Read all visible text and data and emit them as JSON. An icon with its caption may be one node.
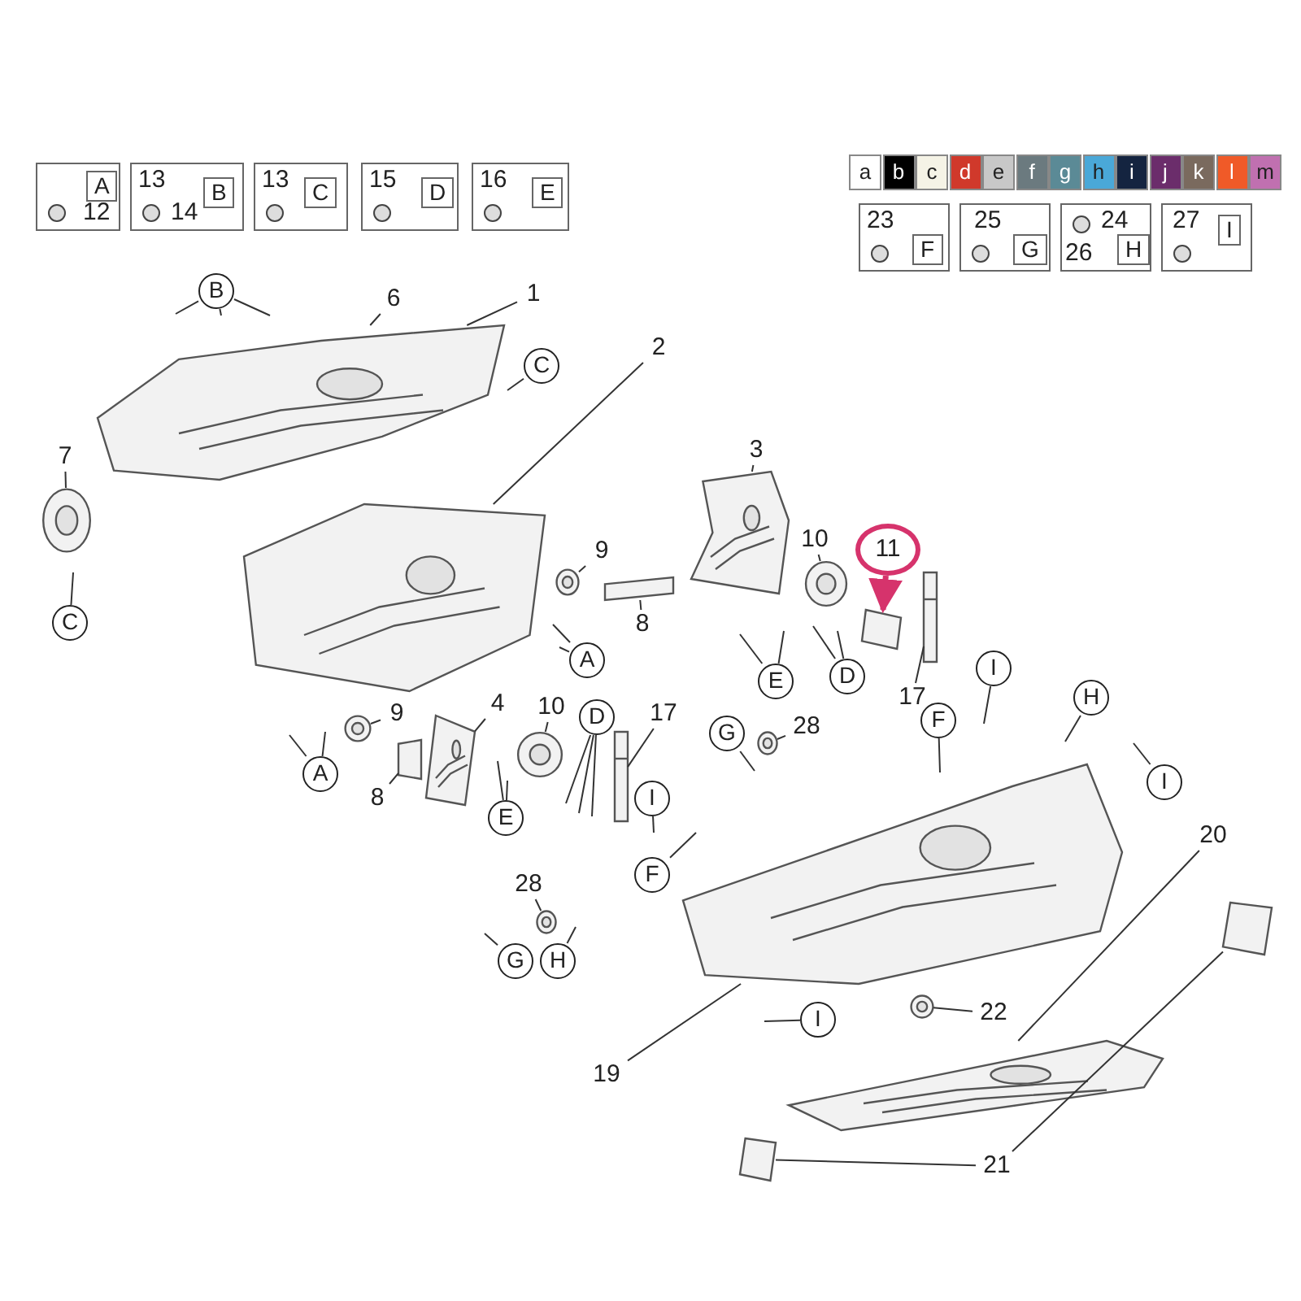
{
  "diagram": {
    "nodes": [
      {
        "text": [
          "A",
          "12"
        ]
      },
      {
        "text": [
          "13",
          "B",
          "14"
        ]
      },
      {
        "text": [
          "13",
          "C"
        ]
      },
      {
        "text": [
          "15",
          "D"
        ]
      },
      {
        "text": [
          "16",
          "E"
        ]
      },
      {
        "text": [
          "23",
          "F"
        ]
      },
      {
        "text": [
          "25",
          "G"
        ]
      },
      {
        "text": [
          "24",
          "26",
          "H"
        ]
      },
      {
        "text": [
          "27",
          "I"
        ]
      },
      {
        "text": [],
        "shape": "picture"
      },
      {
        "text": [],
        "shape": "picture"
      },
      {
        "text": [],
        "shape": "picture"
      },
      {
        "text": [],
        "shape": "picture"
      },
      {
        "text": [],
        "shape": "picture"
      },
      {
        "text": [],
        "shape": "picture"
      },
      {
        "text": [],
        "shape": "circle"
      },
      {
        "text": [],
        "shape": "box"
      },
      {
        "text": [],
        "shape": "box"
      },
      {
        "text": [],
        "shape": "circle"
      },
      {
        "text": [],
        "shape": "circle"
      },
      {
        "text": [],
        "shape": "box"
      },
      {
        "text": [],
        "shape": "bar"
      },
      {
        "text": [],
        "shape": "bar"
      },
      {
        "text": [],
        "shape": "circle"
      },
      {
        "text": [],
        "shape": "circle"
      },
      {
        "text": [],
        "shape": "box"
      },
      {
        "text": [],
        "shape": "box"
      },
      {
        "text": [],
        "shape": "circle"
      },
      {
        "text": [],
        "shape": "circle"
      },
      {
        "text": [],
        "shape": "circle"
      },
      {
        "text": [
          "1"
        ]
      },
      {
        "text": [
          "6"
        ]
      },
      {
        "text": [
          "2"
        ]
      },
      {
        "text": [
          "3"
        ]
      },
      {
        "text": [
          "4"
        ]
      },
      {
        "text": [
          "7"
        ]
      },
      {
        "text": [
          "8"
        ]
      },
      {
        "text": [
          "8"
        ]
      },
      {
        "text": [
          "9"
        ]
      },
      {
        "text": [
          "9"
        ]
      },
      {
        "text": [
          "10"
        ]
      },
      {
        "text": [
          "10"
        ]
      },
      {
        "text": [
          "11"
        ]
      },
      {
        "text": [
          "17"
        ]
      },
      {
        "text": [
          "17"
        ]
      },
      {
        "text": [
          "19"
        ]
      },
      {
        "text": [
          "20"
        ]
      },
      {
        "text": [
          "21"
        ]
      },
      {
        "text": [
          "22"
        ]
      },
      {
        "text": [
          "28"
        ]
      },
      {
        "text": [
          "28"
        ]
      },
      {
        "text": [
          "B"
        ]
      },
      {
        "text": [
          "C"
        ]
      },
      {
        "text": [
          "C"
        ]
      },
      {
        "text": [
          "A"
        ]
      },
      {
        "text": [
          "A"
        ]
      },
      {
        "text": [
          "D"
        ]
      },
      {
        "text": [
          "D"
        ]
      },
      {
        "text": [
          "E"
        ]
      },
      {
        "text": [
          "E"
        ]
      },
      {
        "text": [
          "F"
        ]
      },
      {
        "text": [
          "F"
        ]
      },
      {
        "text": [
          "G"
        ]
      },
      {
        "text": [
          "G"
        ]
      },
      {
        "text": [
          "H"
        ]
      },
      {
        "text": [
          "H"
        ]
      },
      {
        "text": [
          "I"
        ]
      },
      {
        "text": [
          "I"
        ]
      },
      {
        "text": [
          "I"
        ]
      },
      {
        "text": [
          "I"
        ]
      }
    ],
    "edges": [
      {
        "from": 30,
        "to": 9,
        "arrow": "none"
      },
      {
        "from": 31,
        "to": 9,
        "arrow": "none"
      },
      {
        "from": 32,
        "to": 10,
        "arrow": "none"
      },
      {
        "from": 33,
        "to": 11,
        "arrow": "none"
      },
      {
        "from": 34,
        "to": 12,
        "arrow": "none"
      },
      {
        "from": 35,
        "to": 15,
        "arrow": "none"
      },
      {
        "from": 36,
        "to": 16,
        "arrow": "none"
      },
      {
        "from": 37,
        "to": 17,
        "arrow": "none"
      },
      {
        "from": 38,
        "to": 23,
        "arrow": "none"
      },
      {
        "from": 39,
        "to": 24,
        "arrow": "none"
      },
      {
        "from": 40,
        "to": 18,
        "arrow": "none"
      },
      {
        "from": 41,
        "to": 19,
        "arrow": "none"
      },
      {
        "from": 42,
        "to": 20,
        "arrow": "to",
        "style": "thick",
        "color": "#d6336c"
      },
      {
        "from": 43,
        "to": 21,
        "arrow": "none"
      },
      {
        "from": 44,
        "to": 22,
        "arrow": "none"
      },
      {
        "from": 45,
        "to": 13,
        "arrow": "none"
      },
      {
        "from": 46,
        "to": 14,
        "arrow": "none"
      },
      {
        "from": 47,
        "to": 25,
        "arrow": "none"
      },
      {
        "from": 47,
        "to": 26,
        "arrow": "none"
      },
      {
        "from": 48,
        "to": 27,
        "arrow": "none"
      },
      {
        "from": 49,
        "to": 28,
        "arrow": "none"
      },
      {
        "from": 50,
        "to": 29,
        "arrow": "none"
      },
      {
        "from": 51,
        "to": null,
        "arrow": "none"
      },
      {
        "from": 51,
        "to": null,
        "arrow": "none"
      },
      {
        "from": 51,
        "to": null,
        "arrow": "none"
      },
      {
        "from": 52,
        "to": null,
        "arrow": "none"
      },
      {
        "from": 53,
        "to": null,
        "arrow": "none"
      },
      {
        "from": 54,
        "to": null,
        "arrow": "none"
      },
      {
        "from": 54,
        "to": null,
        "arrow": "none"
      },
      {
        "from": 55,
        "to": null,
        "arrow": "none"
      },
      {
        "from": 55,
        "to": null,
        "arrow": "none"
      },
      {
        "from": 56,
        "to": null,
        "arrow": "none"
      },
      {
        "from": 56,
        "to": null,
        "arrow": "none"
      },
      {
        "from": 57,
        "to": null,
        "arrow": "none"
      },
      {
        "from": 57,
        "to": null,
        "arrow": "none"
      },
      {
        "from": 57,
        "to": null,
        "arrow": "none"
      },
      {
        "from": 58,
        "to": null,
        "arrow": "none"
      },
      {
        "from": 58,
        "to": null,
        "arrow": "none"
      },
      {
        "from": 59,
        "to": null,
        "arrow": "none"
      },
      {
        "from": 59,
        "to": null,
        "arrow": "none"
      },
      {
        "from": 60,
        "to": null,
        "arrow": "none"
      },
      {
        "from": 61,
        "to": null,
        "arrow": "none"
      },
      {
        "from": 62,
        "to": null,
        "arrow": "none"
      },
      {
        "from": 63,
        "to": null,
        "arrow": "none"
      },
      {
        "from": 64,
        "to": null,
        "arrow": "none"
      },
      {
        "from": 65,
        "to": null,
        "arrow": "none"
      },
      {
        "from": 66,
        "to": null,
        "arrow": "none"
      },
      {
        "from": 67,
        "to": null,
        "arrow": "none"
      },
      {
        "from": 68,
        "to": null,
        "arrow": "none"
      },
      {
        "from": 69,
        "to": null,
        "arrow": "none"
      }
    ],
    "legend": [
      {
        "text": "a",
        "color": "#ffffff"
      },
      {
        "text": "b",
        "color": "#000000"
      },
      {
        "text": "c",
        "color": "#f5f3e6"
      },
      {
        "text": "d",
        "color": "#d0392b"
      },
      {
        "text": "e",
        "color": "#c8c8c8"
      },
      {
        "text": "f",
        "color": "#6b7a7f"
      },
      {
        "text": "g",
        "color": "#5b8a96"
      },
      {
        "text": "h",
        "color": "#4aa8d8"
      },
      {
        "text": "i",
        "color": "#142440"
      },
      {
        "text": "j",
        "color": "#6b2d6b"
      },
      {
        "text": "k",
        "color": "#7a6a5e"
      },
      {
        "text": "l",
        "color": "#f05a28"
      },
      {
        "text": "m",
        "color": "#c070b0"
      }
    ]
  }
}
